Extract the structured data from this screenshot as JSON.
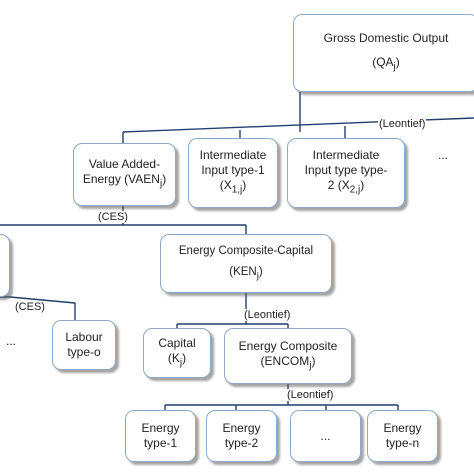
{
  "nodes": {
    "gross_output": {
      "title": "Gross Domestic Output",
      "symbol": "(QA",
      "sub": "j",
      "close": ")"
    },
    "value_added_energy": {
      "line1": "Value Added-",
      "line2_pre": "Energy (VAEN",
      "sub": "j",
      "close": ")"
    },
    "intermediate_1": {
      "line1": "Intermediate",
      "line2": "Input type-1",
      "line3_pre": "(X",
      "sub": "1,j",
      "close": ")"
    },
    "intermediate_2": {
      "line1": "Intermediate",
      "line2": "Input type type-",
      "line3_pre": "2 (X",
      "sub": "2,j",
      "close": ")"
    },
    "energy_composite_capital": {
      "title": "Energy Composite-Capital",
      "symbol": "(KEN",
      "sub": "j",
      "close": ")"
    },
    "labour_type_o": {
      "line1": "Labour",
      "line2": "type-o"
    },
    "capital": {
      "line1": "Capital",
      "line2_pre": "(K",
      "sub": "j",
      "close": ")"
    },
    "energy_composite": {
      "line1": "Energy Composite",
      "line2_pre": "(ENCOM",
      "sub": "j",
      "close": ")"
    },
    "energy_type_1": {
      "line1": "Energy",
      "line2": "type-1"
    },
    "energy_type_2": {
      "line1": "Energy",
      "line2": "type-2"
    },
    "energy_type_dots": {
      "label": "..."
    },
    "energy_type_n": {
      "line1": "Energy",
      "line2": "type-n"
    }
  },
  "edge_labels": {
    "leontief_top": "(Leontief)",
    "ces_vaen": "(CES)",
    "ces_left": "(CES)",
    "leontief_ken": "(Leontief)",
    "leontief_encom": "(Leontief)"
  },
  "ellipses": {
    "top_row": "...",
    "labour_row": "..."
  }
}
